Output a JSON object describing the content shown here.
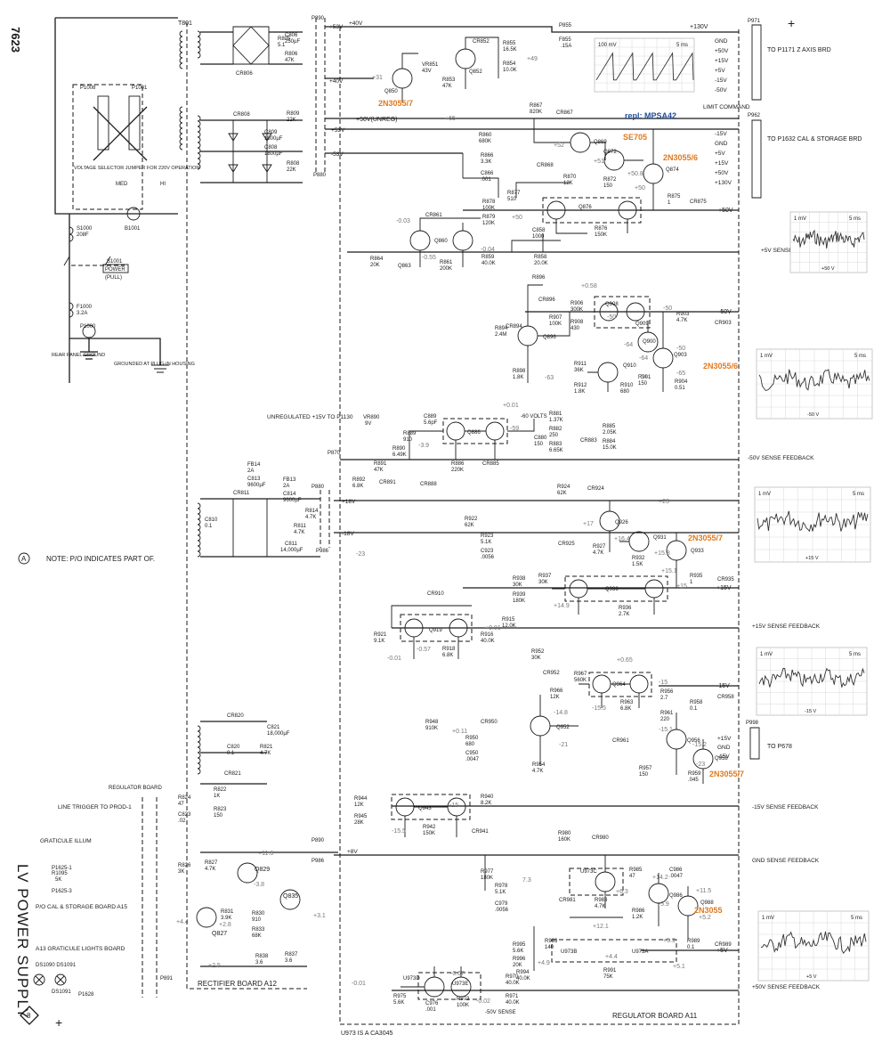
{
  "doc": {
    "model": "7623",
    "title": "LV POWER SUPPLY",
    "note": "NOTE: P/O INDICATES PART OF.",
    "note_marker": "A",
    "footer_note": "U973 IS A CA3045",
    "regulator_board": "REGULATOR BOARD A11",
    "rectifier_board": "RECTIFIER BOARD A12",
    "corner_marker": "8"
  },
  "annotations": {
    "q850": "2N3055/7",
    "repl": "repl: MPSA42",
    "q872": "SE705",
    "q874": "2N3055/6",
    "q903": "2N3055/6",
    "q933": "2N3055/7",
    "q958": "2N3055/7",
    "q988": "2N3055"
  },
  "components": [
    {
      "ref": "T801"
    },
    {
      "ref": "P1008"
    },
    {
      "ref": "P1001"
    },
    {
      "ref": "S1000",
      "note": "208F"
    },
    {
      "ref": "B1001"
    },
    {
      "ref": "S1001",
      "note": "POWER (PULL)"
    },
    {
      "ref": "F1000",
      "note": "3.2A"
    },
    {
      "ref": "P1000"
    },
    {
      "ref": "CR806"
    },
    {
      "ref": "CR808"
    },
    {
      "ref": "R805",
      "note": "5.1"
    },
    {
      "ref": "C806",
      "note": "250µF"
    },
    {
      "ref": "R806",
      "note": "47K"
    },
    {
      "ref": "R809",
      "note": "22K"
    },
    {
      "ref": "C809",
      "note": "1800µF"
    },
    {
      "ref": "C808",
      "note": "1800µF"
    },
    {
      "ref": "R808",
      "note": "22K"
    },
    {
      "ref": "Q850"
    },
    {
      "ref": "Q852"
    },
    {
      "ref": "VR851",
      "note": "43V"
    },
    {
      "ref": "R853",
      "note": "47K"
    },
    {
      "ref": "R855",
      "note": "16.5K"
    },
    {
      "ref": "R854",
      "note": "10.0K"
    },
    {
      "ref": "F855",
      "note": ".15A"
    },
    {
      "ref": "P855"
    },
    {
      "ref": "R867",
      "note": "820K"
    },
    {
      "ref": "CR867"
    },
    {
      "ref": "Q869"
    },
    {
      "ref": "Q872"
    },
    {
      "ref": "Q874"
    },
    {
      "ref": "CR868"
    },
    {
      "ref": "R870",
      "note": "12K"
    },
    {
      "ref": "R872",
      "note": "150"
    },
    {
      "ref": "R875",
      "note": "1"
    },
    {
      "ref": "CR875"
    },
    {
      "ref": "Q876"
    },
    {
      "ref": "R876",
      "note": "150K"
    },
    {
      "ref": "R877",
      "note": "510"
    },
    {
      "ref": "R878",
      "note": "100K"
    },
    {
      "ref": "R879",
      "note": "120K"
    },
    {
      "ref": "R866",
      "note": "3.3K"
    },
    {
      "ref": "C866",
      "note": ".001"
    },
    {
      "ref": "R860",
      "note": "680K"
    },
    {
      "ref": "CR861"
    },
    {
      "ref": "Q860"
    },
    {
      "ref": "Q863"
    },
    {
      "ref": "R864",
      "note": "20K"
    },
    {
      "ref": "R861",
      "note": "200K"
    },
    {
      "ref": "R859",
      "note": "40.0K"
    },
    {
      "ref": "C858",
      "note": "1000"
    },
    {
      "ref": "R858",
      "note": "20.0K"
    },
    {
      "ref": "R896",
      "note": "3.9K"
    },
    {
      "ref": "CR896"
    },
    {
      "ref": "Q896"
    },
    {
      "ref": "R894",
      "note": "2.4M"
    },
    {
      "ref": "CR894"
    },
    {
      "ref": "R898",
      "note": "1.8K"
    },
    {
      "ref": "R906",
      "note": "300K"
    },
    {
      "ref": "R907",
      "note": "100K"
    },
    {
      "ref": "R908",
      "note": "430"
    },
    {
      "ref": "Q908"
    },
    {
      "ref": "Q909"
    },
    {
      "ref": "R903",
      "note": "4.7K"
    },
    {
      "ref": "CR903"
    },
    {
      "ref": "Q900"
    },
    {
      "ref": "Q903"
    },
    {
      "ref": "Q910"
    },
    {
      "ref": "R911",
      "note": "36K"
    },
    {
      "ref": "R912",
      "note": "1.8K"
    },
    {
      "ref": "R910",
      "note": "680"
    },
    {
      "ref": "R901",
      "note": "150"
    },
    {
      "ref": "R904",
      "note": "0.51"
    },
    {
      "ref": "VR890",
      "note": "9V"
    },
    {
      "ref": "C889",
      "note": "5.6pF"
    },
    {
      "ref": "R889",
      "note": "910"
    },
    {
      "ref": "R890",
      "note": "6.49K"
    },
    {
      "ref": "Q886"
    },
    {
      "ref": "R881",
      "note": "1.37K"
    },
    {
      "ref": "R882",
      "note": "250"
    },
    {
      "ref": "R883",
      "note": "6.65K"
    },
    {
      "ref": "C880",
      "note": "150"
    },
    {
      "ref": "CR883"
    },
    {
      "ref": "R885",
      "note": "2.05K"
    },
    {
      "ref": "R884",
      "note": "15.0K"
    },
    {
      "ref": "R886",
      "note": "220K"
    },
    {
      "ref": "CR885"
    },
    {
      "ref": "R891",
      "note": "47K"
    },
    {
      "ref": "CR891"
    },
    {
      "ref": "R892",
      "note": "6.8K"
    },
    {
      "ref": "CR888"
    },
    {
      "ref": "FB14",
      "note": "2A"
    },
    {
      "ref": "FB13",
      "note": "2A"
    },
    {
      "ref": "C813",
      "note": "9600µF"
    },
    {
      "ref": "C814",
      "note": "9600µF"
    },
    {
      "ref": "CR811"
    },
    {
      "ref": "C810",
      "note": "0.1"
    },
    {
      "ref": "C811",
      "note": "14,000µF"
    },
    {
      "ref": "R811",
      "note": "4.7K"
    },
    {
      "ref": "R814",
      "note": "4.7K"
    },
    {
      "ref": "P870"
    },
    {
      "ref": "P880"
    },
    {
      "ref": "R922",
      "note": "62K"
    },
    {
      "ref": "R923",
      "note": "5.1K"
    },
    {
      "ref": "C923",
      "note": ".0056"
    },
    {
      "ref": "CR925"
    },
    {
      "ref": "R924",
      "note": "62K"
    },
    {
      "ref": "CR924"
    },
    {
      "ref": "Q926"
    },
    {
      "ref": "Q931"
    },
    {
      "ref": "Q933"
    },
    {
      "ref": "R927",
      "note": "4.7K"
    },
    {
      "ref": "R932",
      "note": "1.5K"
    },
    {
      "ref": "R935",
      "note": "1"
    },
    {
      "ref": "CR935"
    },
    {
      "ref": "Q936"
    },
    {
      "ref": "R937",
      "note": "30K"
    },
    {
      "ref": "R938",
      "note": "30K"
    },
    {
      "ref": "R939",
      "note": "180K"
    },
    {
      "ref": "R936",
      "note": "2.7K"
    },
    {
      "ref": "CR910"
    },
    {
      "ref": "Q919"
    },
    {
      "ref": "R921",
      "note": "9.1K"
    },
    {
      "ref": "R918",
      "note": "6.8K"
    },
    {
      "ref": "R915",
      "note": "12.0K"
    },
    {
      "ref": "R916",
      "note": "40.0K"
    },
    {
      "ref": "R952",
      "note": "30K"
    },
    {
      "ref": "CR952"
    },
    {
      "ref": "R966",
      "note": "12K"
    },
    {
      "ref": "R967",
      "note": "560K"
    },
    {
      "ref": "Q964"
    },
    {
      "ref": "R963",
      "note": "6.8K"
    },
    {
      "ref": "R956",
      "note": "2.7"
    },
    {
      "ref": "R961",
      "note": "220"
    },
    {
      "ref": "R958",
      "note": "0.1"
    },
    {
      "ref": "CR958"
    },
    {
      "ref": "CR950"
    },
    {
      "ref": "R948",
      "note": "910K"
    },
    {
      "ref": "R950",
      "note": "680"
    },
    {
      "ref": "C950",
      "note": ".0047"
    },
    {
      "ref": "Q952"
    },
    {
      "ref": "CR961"
    },
    {
      "ref": "Q956"
    },
    {
      "ref": "Q958"
    },
    {
      "ref": "R954",
      "note": "4.7K"
    },
    {
      "ref": "R957",
      "note": "150"
    },
    {
      "ref": "R959",
      "note": ".045"
    },
    {
      "ref": "R944",
      "note": "12K"
    },
    {
      "ref": "R945",
      "note": "28K"
    },
    {
      "ref": "Q943"
    },
    {
      "ref": "R942",
      "note": "150K"
    },
    {
      "ref": "R940",
      "note": "8.2K"
    },
    {
      "ref": "CR941"
    },
    {
      "ref": "CR820"
    },
    {
      "ref": "C820",
      "note": "0.1"
    },
    {
      "ref": "C821",
      "note": "18,000µF"
    },
    {
      "ref": "R821",
      "note": "4.7K"
    },
    {
      "ref": "CR821"
    },
    {
      "ref": "R822",
      "note": "1K"
    },
    {
      "ref": "R823",
      "note": "150"
    },
    {
      "ref": "R824",
      "note": "47"
    },
    {
      "ref": "C823",
      "note": ".02"
    },
    {
      "ref": "R826",
      "note": "3K"
    },
    {
      "ref": "R827",
      "note": "4.7K"
    },
    {
      "ref": "Q829"
    },
    {
      "ref": "R831",
      "note": "3.9K"
    },
    {
      "ref": "R830",
      "note": "910"
    },
    {
      "ref": "R833",
      "note": "68K"
    },
    {
      "ref": "Q827"
    },
    {
      "ref": "Q835"
    },
    {
      "ref": "R838",
      "note": "3.6"
    },
    {
      "ref": "R837",
      "note": "3.6"
    },
    {
      "ref": "R980",
      "note": "160K"
    },
    {
      "ref": "CR980"
    },
    {
      "ref": "R977",
      "note": "180K"
    },
    {
      "ref": "R978",
      "note": "5.1K"
    },
    {
      "ref": "C979",
      "note": ".0056"
    },
    {
      "ref": "CR981"
    },
    {
      "ref": "U973C"
    },
    {
      "ref": "R983",
      "note": "4.7K"
    },
    {
      "ref": "R985",
      "note": "47"
    },
    {
      "ref": "C986",
      "note": ".0047"
    },
    {
      "ref": "Q986"
    },
    {
      "ref": "Q988"
    },
    {
      "ref": "R986",
      "note": "1.2K"
    },
    {
      "ref": "R993",
      "note": "140"
    },
    {
      "ref": "R995",
      "note": "5.6K"
    },
    {
      "ref": "R996",
      "note": "20K"
    },
    {
      "ref": "R994",
      "note": "40.0K"
    },
    {
      "ref": "U973B"
    },
    {
      "ref": "U973A"
    },
    {
      "ref": "R991",
      "note": "75K"
    },
    {
      "ref": "R989",
      "note": "0.1"
    },
    {
      "ref": "CR989"
    },
    {
      "ref": "U973D"
    },
    {
      "ref": "U973E"
    },
    {
      "ref": "R975",
      "note": "5.6K"
    },
    {
      "ref": "C976",
      "note": ".001"
    },
    {
      "ref": "R973",
      "note": "100K"
    },
    {
      "ref": "R970",
      "note": "40.0K"
    },
    {
      "ref": "R971",
      "note": "40.0K"
    },
    {
      "ref": "P890"
    },
    {
      "ref": "P986"
    }
  ],
  "connector_labels": [
    {
      "k": "to_p1171",
      "t": "TO P1171 Z AXIS BRD"
    },
    {
      "k": "to_p1632",
      "t": "TO P1632 CAL & STORAGE BRD"
    },
    {
      "k": "to_p678",
      "t": "TO P678"
    },
    {
      "k": "limit_cmd",
      "t": "LIMIT COMMAND"
    },
    {
      "k": "line_trig",
      "t": "LINE TRIGGER TO PROD-1"
    },
    {
      "k": "unreg",
      "t": "UNREGULATED +15V TO P1130"
    },
    {
      "k": "volt_sel",
      "t": "VOLTAGE SELECTOR JUMPER FOR 220V OPERATION"
    },
    {
      "k": "rear_gnd",
      "t": "REAR PANEL GROUND"
    },
    {
      "k": "plug_gnd",
      "t": "GROUNDED AT PLUG-IN HOUSING"
    },
    {
      "k": "grat",
      "t": "GRATICULE ILLUM"
    },
    {
      "k": "cal_board",
      "t": "P/O CAL & STORAGE BOARD A15"
    },
    {
      "k": "grat_board",
      "t": "A13 GRATICULE LIGHTS BOARD"
    },
    {
      "k": "reg_board_small",
      "t": "REGULATOR BOARD"
    }
  ],
  "rails": [
    {
      "k": "p130",
      "t": "+130V"
    },
    {
      "k": "p50u",
      "t": "+50V(UNREG)"
    },
    {
      "k": "p50",
      "t": "+50V"
    },
    {
      "k": "m50",
      "t": "-50V"
    },
    {
      "k": "p15",
      "t": "+15V"
    },
    {
      "k": "m15",
      "t": "-15V"
    },
    {
      "k": "p5",
      "t": "+5V"
    },
    {
      "k": "p5s",
      "t": "+5V SENSE FEEDBACK"
    },
    {
      "k": "m50s",
      "t": "-50V SENSE FEEDBACK"
    },
    {
      "k": "p15s",
      "t": "+15V SENSE FEEDBACK"
    },
    {
      "k": "m15s",
      "t": "-15V SENSE FEEDBACK"
    },
    {
      "k": "p50s",
      "t": "+50V SENSE FEEDBACK"
    },
    {
      "k": "gnds",
      "t": "GND SENSE FEEDBACK"
    }
  ],
  "pins_top": [
    "GND",
    "+50V",
    "+15V",
    "+5V",
    "-15V",
    "-50V"
  ],
  "pins_mid": [
    "-15V",
    "GND",
    "+5V",
    "+15V",
    "+50V",
    "+130V"
  ],
  "pins_low": [
    "+15V",
    "GND",
    "-15V"
  ],
  "voltages": {
    "v13": "+31",
    "v14": "+49",
    "v15": "+65",
    "v16": "+52",
    "v17": "+51",
    "v18": "+50.8",
    "v19": "+50",
    "v20": "+50",
    "v21": "-0.03",
    "v22": "-0.55",
    "v23": "-0.04",
    "v24": "+0.58",
    "v25": "-50",
    "v26": "-50",
    "v27": "-64",
    "v28": "-50",
    "v29": "-64",
    "v30": "-65",
    "v31": "-63",
    "v32": "-64",
    "v33": "+0.01",
    "v34": "-60 VOLTS",
    "v35": "-59",
    "v36": "-3.9",
    "v37": "+23",
    "v38": "+17",
    "v39": "+16.4",
    "v40": "+15.8",
    "v41": "+15.1",
    "v42": "+15",
    "v43": "+14.9",
    "v44": "-23",
    "v45": "-0.01",
    "v46": "-0.57",
    "v47": "+0.01",
    "v48": "+0.65",
    "v49": "-15",
    "v50": "-14.8",
    "v51": "-15.5",
    "v52": "+0.11",
    "v53": "-15.1",
    "v54": "-21",
    "v55": "-15.2",
    "v56": "-23",
    "v57": "-15",
    "v58": "-15.5",
    "v59": "+11.6",
    "v60": "-3.8",
    "v61": "+3.1",
    "v62": "+2.8",
    "v63": "+4.4",
    "v64": "+2.5",
    "v65": "7.3",
    "v66": "+6.3",
    "v67": "+14.2",
    "v68": "+11.5",
    "v69": "+5.9",
    "v70": "+5.2",
    "v71": "+12.1",
    "v72": "+4.9",
    "v73": "+4.4",
    "v74": "+5.9",
    "v75": "+5.1",
    "v76": "-0.01",
    "v77": "-0.67",
    "v78": "-0.02",
    "v79": "+40V",
    "v80": "+53V",
    "v81": "-53V",
    "v82": "+18V",
    "v83": "-18V",
    "v84": "+8V",
    "v85": "+5V"
  },
  "scopes": [
    {
      "k": "s1",
      "amp": "100 mV",
      "time": "5 ms",
      "type": "saw"
    },
    {
      "k": "s2",
      "amp": "1 mV",
      "time": "5 ms",
      "type": "noise",
      "foot": "+50 V"
    },
    {
      "k": "s3",
      "amp": "1 mV",
      "time": "5 ms",
      "type": "noise",
      "foot": "-50 V"
    },
    {
      "k": "s4",
      "amp": "1 mV",
      "time": "5 ms",
      "type": "noise",
      "foot": "+15 V"
    },
    {
      "k": "s5",
      "amp": "1 mV",
      "time": "5 ms",
      "type": "noise",
      "foot": "-15 V"
    },
    {
      "k": "s6",
      "amp": "1 mV",
      "time": "5 ms",
      "type": "noise",
      "foot": "+5 V"
    }
  ]
}
